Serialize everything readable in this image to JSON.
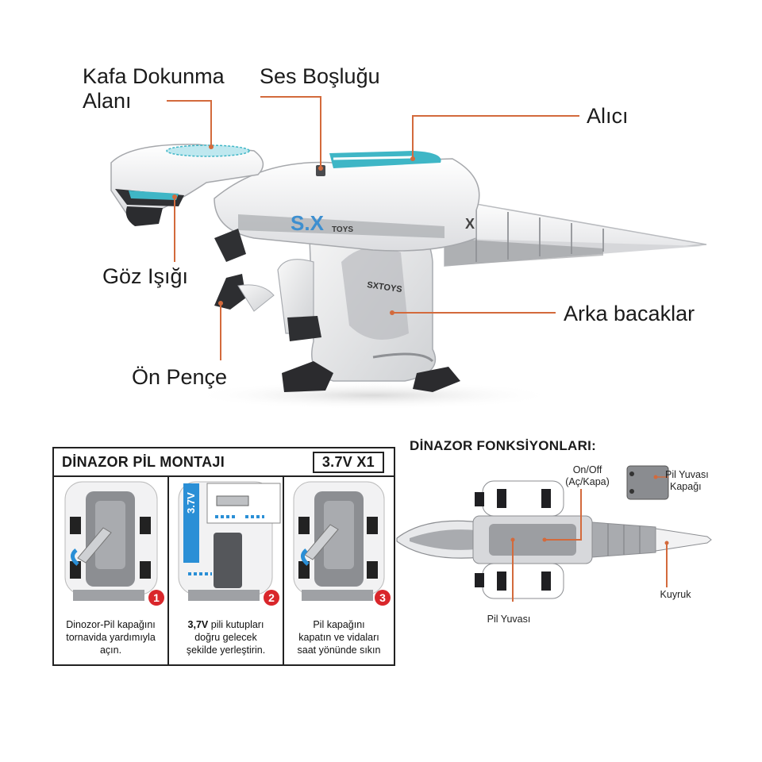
{
  "callouts": {
    "head_touch_line1": "Kafa Dokunma",
    "head_touch_line2": "Alanı",
    "sound_hole": "Ses Boşluğu",
    "receiver": "Alıcı",
    "eye_light": "Göz Işığı",
    "rear_legs": "Arka bacaklar",
    "front_claw": "Ön Pençe"
  },
  "body_print": {
    "logo": "S.X",
    "logo_sub": "TOYS",
    "leg_logo": "SXTOYS",
    "side_logo": "X"
  },
  "battery_panel": {
    "title": "DİNAZOR PİL MONTAJI",
    "spec": "3.7V X1",
    "steps": [
      {
        "number": "1",
        "caption_lines": [
          "Dinozor-Pil kapağını",
          "tornavida yardımıyla",
          "açın."
        ]
      },
      {
        "number": "2",
        "caption_bold": "3,7V",
        "caption_rest": " pili kutupları",
        "caption_lines": [
          "doğru gelecek",
          "şekilde yerleştirin."
        ],
        "battery_label": "3.7V"
      },
      {
        "number": "3",
        "caption_lines": [
          "Pil kapağını",
          "kapatın ve vidaları",
          "saat yönünde sıkın"
        ]
      }
    ]
  },
  "functions_panel": {
    "title": "DİNAZOR FONKSİYONLARI:",
    "onoff_line1": "On/Off",
    "onoff_line2": "(Aç/Kapa)",
    "cover_line1": "Pil Yuvası",
    "cover_line2": "Kapağı",
    "tail": "Kuyruk",
    "battery_slot": "Pil Yuvası"
  },
  "colors": {
    "leader": "#d36a3c",
    "accent_cyan": "#3fb6c6",
    "badge_red": "#d9262b",
    "arrow_blue": "#2a8fd6"
  }
}
